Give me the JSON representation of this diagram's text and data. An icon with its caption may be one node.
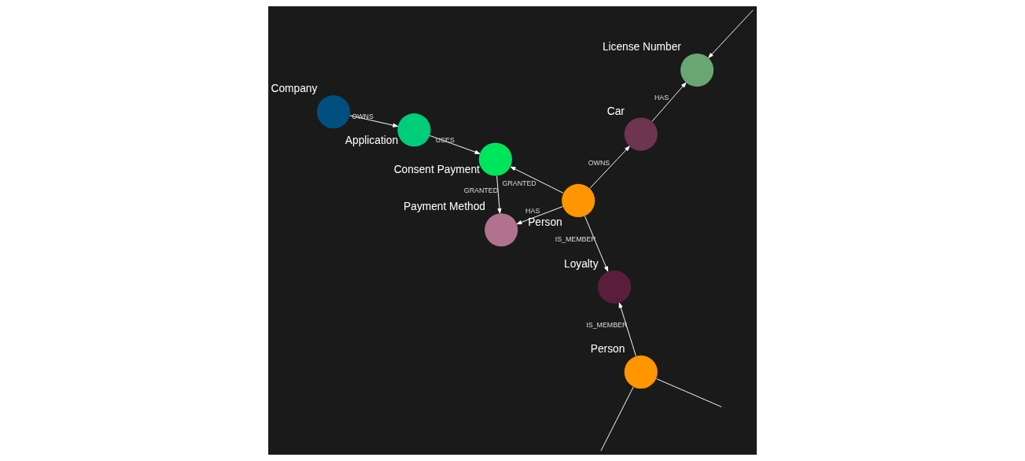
{
  "diagram": {
    "nodes": [
      {
        "text": [
          "Consent Payment"
        ]
      },
      {
        "text": [
          "Application"
        ]
      },
      {
        "text": [
          "Payment Method"
        ]
      },
      {
        "text": [
          "Car"
        ]
      },
      {
        "text": [
          "License Number"
        ]
      },
      {
        "text": [
          "Person"
        ]
      },
      {
        "text": [
          "Company"
        ]
      },
      {
        "text": [
          "Loyalty"
        ]
      },
      {
        "text": [
          "Person"
        ]
      }
    ],
    "edges": [
      {
        "from": 5,
        "to": 0,
        "arrow": "to",
        "label": "GRANTED"
      },
      {
        "from": 0,
        "to": 2,
        "arrow": "to",
        "label": "GRANTED"
      },
      {
        "from": 1,
        "to": 0,
        "arrow": "to",
        "label": "USES"
      },
      {
        "from": 6,
        "to": 1,
        "arrow": "to",
        "label": "OWNS"
      },
      {
        "from": 5,
        "to": 2,
        "arrow": "to",
        "label": "HAS"
      },
      {
        "from": 5,
        "to": 3,
        "arrow": "to",
        "label": "OWNS"
      },
      {
        "from": 3,
        "to": 4,
        "arrow": "to",
        "label": "HAS"
      },
      {
        "from": 5,
        "to": 7,
        "arrow": "to",
        "label": "IS_MEMBER"
      },
      {
        "from": 8,
        "to": 7,
        "arrow": "to",
        "label": "IS_MEMBER"
      },
      {
        "from": null,
        "to": 4,
        "arrow": "to"
      },
      {
        "from": 8,
        "to": null,
        "arrow": "none"
      },
      {
        "from": 8,
        "to": null,
        "arrow": "none"
      }
    ]
  }
}
